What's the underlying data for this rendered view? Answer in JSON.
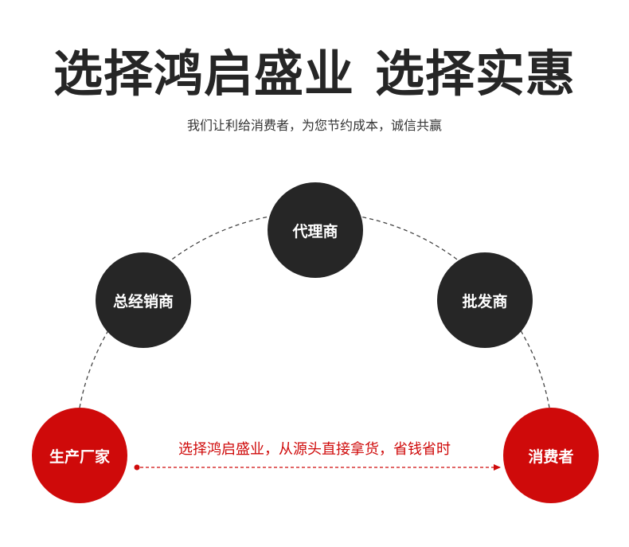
{
  "header": {
    "title_part1": "选择鸿启盛业",
    "title_part2": "选择实惠",
    "subtitle": "我们让利给消费者，为您节约成本，诚信共赢"
  },
  "nodes": {
    "manufacturer": "生产厂家",
    "general_distributor": "总经销商",
    "agent": "代理商",
    "wholesaler": "批发商",
    "consumer": "消费者"
  },
  "arrow": {
    "label": "选择鸿启盛业，从源头直接拿货，省钱省时"
  },
  "colors": {
    "dark_node": "#262626",
    "accent_red": "#cf0a0a",
    "dashed_line": "#444444"
  }
}
